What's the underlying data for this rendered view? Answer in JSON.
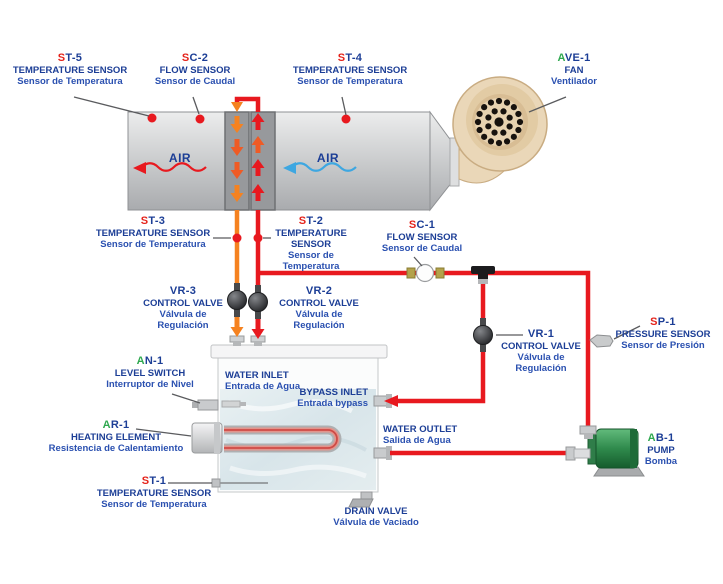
{
  "diagram_title": "Air duct / water heating circuit schematic",
  "duct": {
    "air_left": "AIR",
    "air_right": "AIR"
  },
  "components": {
    "st5": {
      "code": "ST-5",
      "name_en": "TEMPERATURE SENSOR",
      "name_es": "Sensor de Temperatura"
    },
    "sc2": {
      "code": "SC-2",
      "name_en": "FLOW SENSOR",
      "name_es": "Sensor de Caudal"
    },
    "st4": {
      "code": "ST-4",
      "name_en": "TEMPERATURE SENSOR",
      "name_es": "Sensor de Temperatura"
    },
    "ave1": {
      "code": "AVE-1",
      "name_en": "FAN",
      "name_es": "Ventilador"
    },
    "st3": {
      "code": "ST-3",
      "name_en": "TEMPERATURE SENSOR",
      "name_es": "Sensor de Temperatura"
    },
    "st2": {
      "code": "ST-2",
      "name_en": "TEMPERATURE SENSOR",
      "name_es": "Sensor de Temperatura"
    },
    "sc1": {
      "code": "SC-1",
      "name_en": "FLOW SENSOR",
      "name_es": "Sensor de Caudal"
    },
    "vr3": {
      "code": "VR-3",
      "name_en": "CONTROL VALVE",
      "name_es": "Válvula de Regulación"
    },
    "vr2": {
      "code": "VR-2",
      "name_en": "CONTROL VALVE",
      "name_es": "Válvula de Regulación"
    },
    "vr1": {
      "code": "VR-1",
      "name_en": "CONTROL VALVE",
      "name_es": "Válvula de Regulación"
    },
    "sp1": {
      "code": "SP-1",
      "name_en": "PRESSURE SENSOR",
      "name_es": "Sensor de Presión"
    },
    "an1": {
      "code": "AN-1",
      "name_en": "LEVEL SWITCH",
      "name_es": "Interruptor de Nivel"
    },
    "ar1": {
      "code": "AR-1",
      "name_en": "HEATING ELEMENT",
      "name_es": "Resistencia de Calentamiento"
    },
    "st1": {
      "code": "ST-1",
      "name_en": "TEMPERATURE SENSOR",
      "name_es": "Sensor de Temperatura"
    },
    "ab1": {
      "code": "AB-1",
      "name_en": "PUMP",
      "name_es": "Bomba"
    }
  },
  "ports": {
    "water_inlet": {
      "name_en": "WATER INLET",
      "name_es": "Entrada de Agua"
    },
    "bypass_inlet": {
      "name_en": "BYPASS INLET",
      "name_es": "Entrada bypass"
    },
    "water_outlet": {
      "name_en": "WATER OUTLET",
      "name_es": "Salida de Agua"
    },
    "drain_valve": {
      "name_en": "DRAIN VALVE",
      "name_es": "Válvula de Vaciado"
    }
  },
  "colors": {
    "label_navy": "#1c3e96",
    "label_spanish_blue": "#2a50b0",
    "code_accent_red": "#e5231b",
    "code_accent_green": "#2ea84f",
    "pipe_red": "#e8191f",
    "pipe_orange": "#f58220",
    "air_arrow_blue": "#3ea7e1",
    "fan_tan": "#ead7b8",
    "pump_green": "#2f8a4c"
  }
}
